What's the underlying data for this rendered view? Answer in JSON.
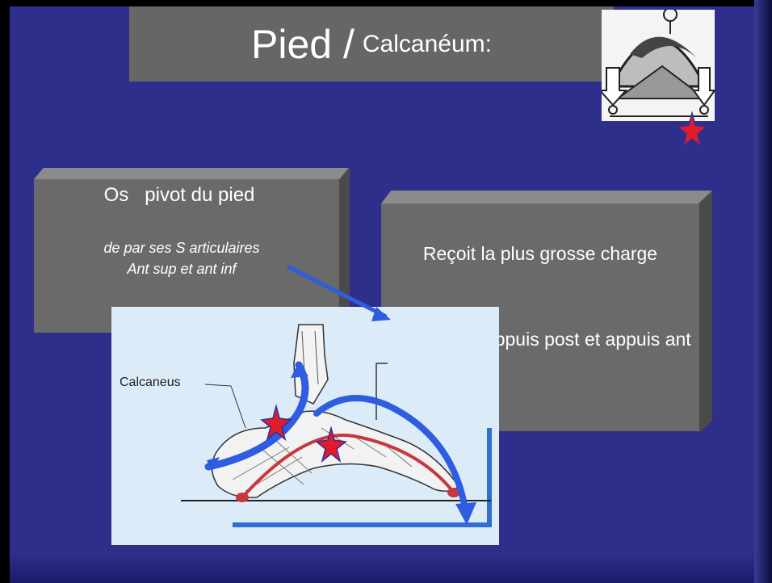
{
  "slide": {
    "title_main": "Pied /",
    "title_sub": "Calcanéum:"
  },
  "box_left": {
    "heading": "Os   pivot du pied",
    "detail_line1": "de par ses S articulaires",
    "detail_line2": "Ant sup et ant inf"
  },
  "box_right": {
    "line1": "Reçoit la plus grosse charge",
    "line2": "Relai entre appuis post et appuis ant"
  },
  "figure": {
    "label": "Calcaneus"
  },
  "colors": {
    "background": "#2e2f8a",
    "box": "#6a6a6a",
    "arrow": "#2f5de0",
    "star": "#e21b2b",
    "arch": "#c8373d"
  }
}
